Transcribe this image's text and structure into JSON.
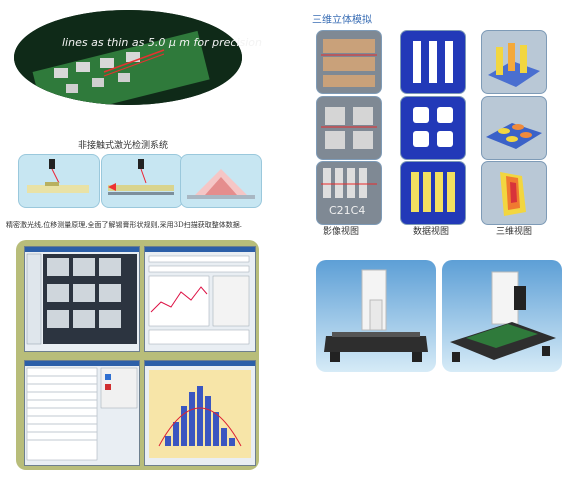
{
  "banner": {
    "precision_text": "lines as thin as 5.0 μ m for precision"
  },
  "laser_section": {
    "title": "非接触式激光检测系统",
    "caption": "精密激光线,位移测量原理,全面了解锡膏形状规则,采用3D扫描获取整体数据."
  },
  "simulation": {
    "title": "三维立体模拟",
    "columns": [
      {
        "label": "影像视图"
      },
      {
        "label": "数据视图"
      },
      {
        "label": "三维视图"
      }
    ],
    "photo_overlay": "C21C4"
  },
  "colors": {
    "title_blue": "#3a6eb5",
    "panel_gold": "#b8bd7a",
    "tile_blue": "#2239b8",
    "sky_blue": "#5d9fd6"
  }
}
